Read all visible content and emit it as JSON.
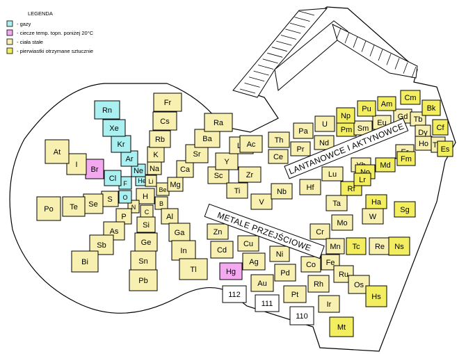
{
  "legend": {
    "title": "LEGENDA",
    "items": [
      {
        "label": "-  gazy",
        "color": "#aaf0f0"
      },
      {
        "label": "-  ciecze temp. topn. poniżej 20°C",
        "color": "#f4a8f0"
      },
      {
        "label": "-  ciała stałe",
        "color": "#f7f0b0"
      },
      {
        "label": "-  pierwiastki otrzymane sztucznie",
        "color": "#f2ee60"
      }
    ]
  },
  "labels": {
    "lanthanides": "LANTANOWCE I AKTYNOWCE",
    "transition": "METALE PRZEJŚCIOWE"
  },
  "colors": {
    "gas": "#aaf0f0",
    "liquid": "#f4a8f0",
    "solid": "#f7f0b0",
    "synthetic": "#f2ee60",
    "empty": "#ffffff",
    "outline": "#000000"
  },
  "elements": [
    {
      "s": "H",
      "c": "solid"
    },
    {
      "s": "He",
      "c": "gas"
    },
    {
      "s": "Li",
      "c": "solid"
    },
    {
      "s": "Be",
      "c": "solid"
    },
    {
      "s": "B",
      "c": "solid"
    },
    {
      "s": "C",
      "c": "solid"
    },
    {
      "s": "N",
      "c": "solid"
    },
    {
      "s": "O",
      "c": "gas"
    },
    {
      "s": "F",
      "c": "gas"
    },
    {
      "s": "Ne",
      "c": "gas"
    },
    {
      "s": "Na",
      "c": "solid"
    },
    {
      "s": "Mg",
      "c": "solid"
    },
    {
      "s": "Al",
      "c": "solid"
    },
    {
      "s": "Si",
      "c": "solid"
    },
    {
      "s": "P",
      "c": "solid"
    },
    {
      "s": "S",
      "c": "solid"
    },
    {
      "s": "Cl",
      "c": "gas"
    },
    {
      "s": "Ar",
      "c": "gas"
    },
    {
      "s": "K",
      "c": "solid"
    },
    {
      "s": "Ca",
      "c": "solid"
    },
    {
      "s": "Ga",
      "c": "solid"
    },
    {
      "s": "Ge",
      "c": "solid"
    },
    {
      "s": "As",
      "c": "solid"
    },
    {
      "s": "Se",
      "c": "solid"
    },
    {
      "s": "Br",
      "c": "liquid"
    },
    {
      "s": "Kr",
      "c": "gas"
    },
    {
      "s": "Rb",
      "c": "solid"
    },
    {
      "s": "Sr",
      "c": "solid"
    },
    {
      "s": "In",
      "c": "solid"
    },
    {
      "s": "Sn",
      "c": "solid"
    },
    {
      "s": "Sb",
      "c": "solid"
    },
    {
      "s": "Te",
      "c": "solid"
    },
    {
      "s": "I",
      "c": "solid"
    },
    {
      "s": "Xe",
      "c": "gas"
    },
    {
      "s": "Cs",
      "c": "solid"
    },
    {
      "s": "Ba",
      "c": "solid"
    },
    {
      "s": "Tl",
      "c": "solid"
    },
    {
      "s": "Pb",
      "c": "solid"
    },
    {
      "s": "Bi",
      "c": "solid"
    },
    {
      "s": "Po",
      "c": "solid"
    },
    {
      "s": "At",
      "c": "solid"
    },
    {
      "s": "Rn",
      "c": "gas"
    },
    {
      "s": "Fr",
      "c": "solid"
    },
    {
      "s": "Ra",
      "c": "solid"
    },
    {
      "s": "Sc",
      "c": "solid"
    },
    {
      "s": "Ti",
      "c": "solid"
    },
    {
      "s": "V",
      "c": "solid"
    },
    {
      "s": "Cr",
      "c": "solid"
    },
    {
      "s": "Mn",
      "c": "solid"
    },
    {
      "s": "Fe",
      "c": "solid"
    },
    {
      "s": "Co",
      "c": "solid"
    },
    {
      "s": "Ni",
      "c": "solid"
    },
    {
      "s": "Cu",
      "c": "solid"
    },
    {
      "s": "Zn",
      "c": "solid"
    },
    {
      "s": "Y",
      "c": "solid"
    },
    {
      "s": "Zr",
      "c": "solid"
    },
    {
      "s": "Nb",
      "c": "solid"
    },
    {
      "s": "Mo",
      "c": "solid"
    },
    {
      "s": "Tc",
      "c": "synthetic"
    },
    {
      "s": "Ru",
      "c": "solid"
    },
    {
      "s": "Rh",
      "c": "solid"
    },
    {
      "s": "Pd",
      "c": "solid"
    },
    {
      "s": "Ag",
      "c": "solid"
    },
    {
      "s": "Cd",
      "c": "solid"
    },
    {
      "s": "La",
      "c": "solid"
    },
    {
      "s": "Hf",
      "c": "solid"
    },
    {
      "s": "Ta",
      "c": "solid"
    },
    {
      "s": "W",
      "c": "solid"
    },
    {
      "s": "Re",
      "c": "solid"
    },
    {
      "s": "Os",
      "c": "solid"
    },
    {
      "s": "Ir",
      "c": "solid"
    },
    {
      "s": "Pt",
      "c": "solid"
    },
    {
      "s": "Au",
      "c": "solid"
    },
    {
      "s": "Hg",
      "c": "liquid"
    },
    {
      "s": "Ac",
      "c": "solid"
    },
    {
      "s": "Rf",
      "c": "synthetic"
    },
    {
      "s": "Ha",
      "c": "synthetic"
    },
    {
      "s": "Sg",
      "c": "synthetic"
    },
    {
      "s": "Ns",
      "c": "synthetic"
    },
    {
      "s": "Hs",
      "c": "synthetic"
    },
    {
      "s": "Mt",
      "c": "synthetic"
    },
    {
      "s": "110",
      "c": "empty"
    },
    {
      "s": "111",
      "c": "empty"
    },
    {
      "s": "112",
      "c": "empty"
    },
    {
      "s": "Ce",
      "c": "solid"
    },
    {
      "s": "Pr",
      "c": "solid"
    },
    {
      "s": "Nd",
      "c": "solid"
    },
    {
      "s": "Pm",
      "c": "synthetic"
    },
    {
      "s": "Sm",
      "c": "solid"
    },
    {
      "s": "Eu",
      "c": "solid"
    },
    {
      "s": "Gd",
      "c": "solid"
    },
    {
      "s": "Tb",
      "c": "solid"
    },
    {
      "s": "Dy",
      "c": "solid"
    },
    {
      "s": "Ho",
      "c": "solid"
    },
    {
      "s": "Er",
      "c": "solid"
    },
    {
      "s": "Tm",
      "c": "solid"
    },
    {
      "s": "Yb",
      "c": "solid"
    },
    {
      "s": "Lu",
      "c": "solid"
    },
    {
      "s": "Th",
      "c": "solid"
    },
    {
      "s": "Pa",
      "c": "solid"
    },
    {
      "s": "U",
      "c": "solid"
    },
    {
      "s": "Np",
      "c": "synthetic"
    },
    {
      "s": "Pu",
      "c": "synthetic"
    },
    {
      "s": "Am",
      "c": "synthetic"
    },
    {
      "s": "Cm",
      "c": "synthetic"
    },
    {
      "s": "Bk",
      "c": "synthetic"
    },
    {
      "s": "Cf",
      "c": "synthetic"
    },
    {
      "s": "Es",
      "c": "synthetic"
    },
    {
      "s": "Fm",
      "c": "synthetic"
    },
    {
      "s": "Md",
      "c": "synthetic"
    },
    {
      "s": "No",
      "c": "synthetic"
    },
    {
      "s": "Lr",
      "c": "synthetic"
    }
  ]
}
